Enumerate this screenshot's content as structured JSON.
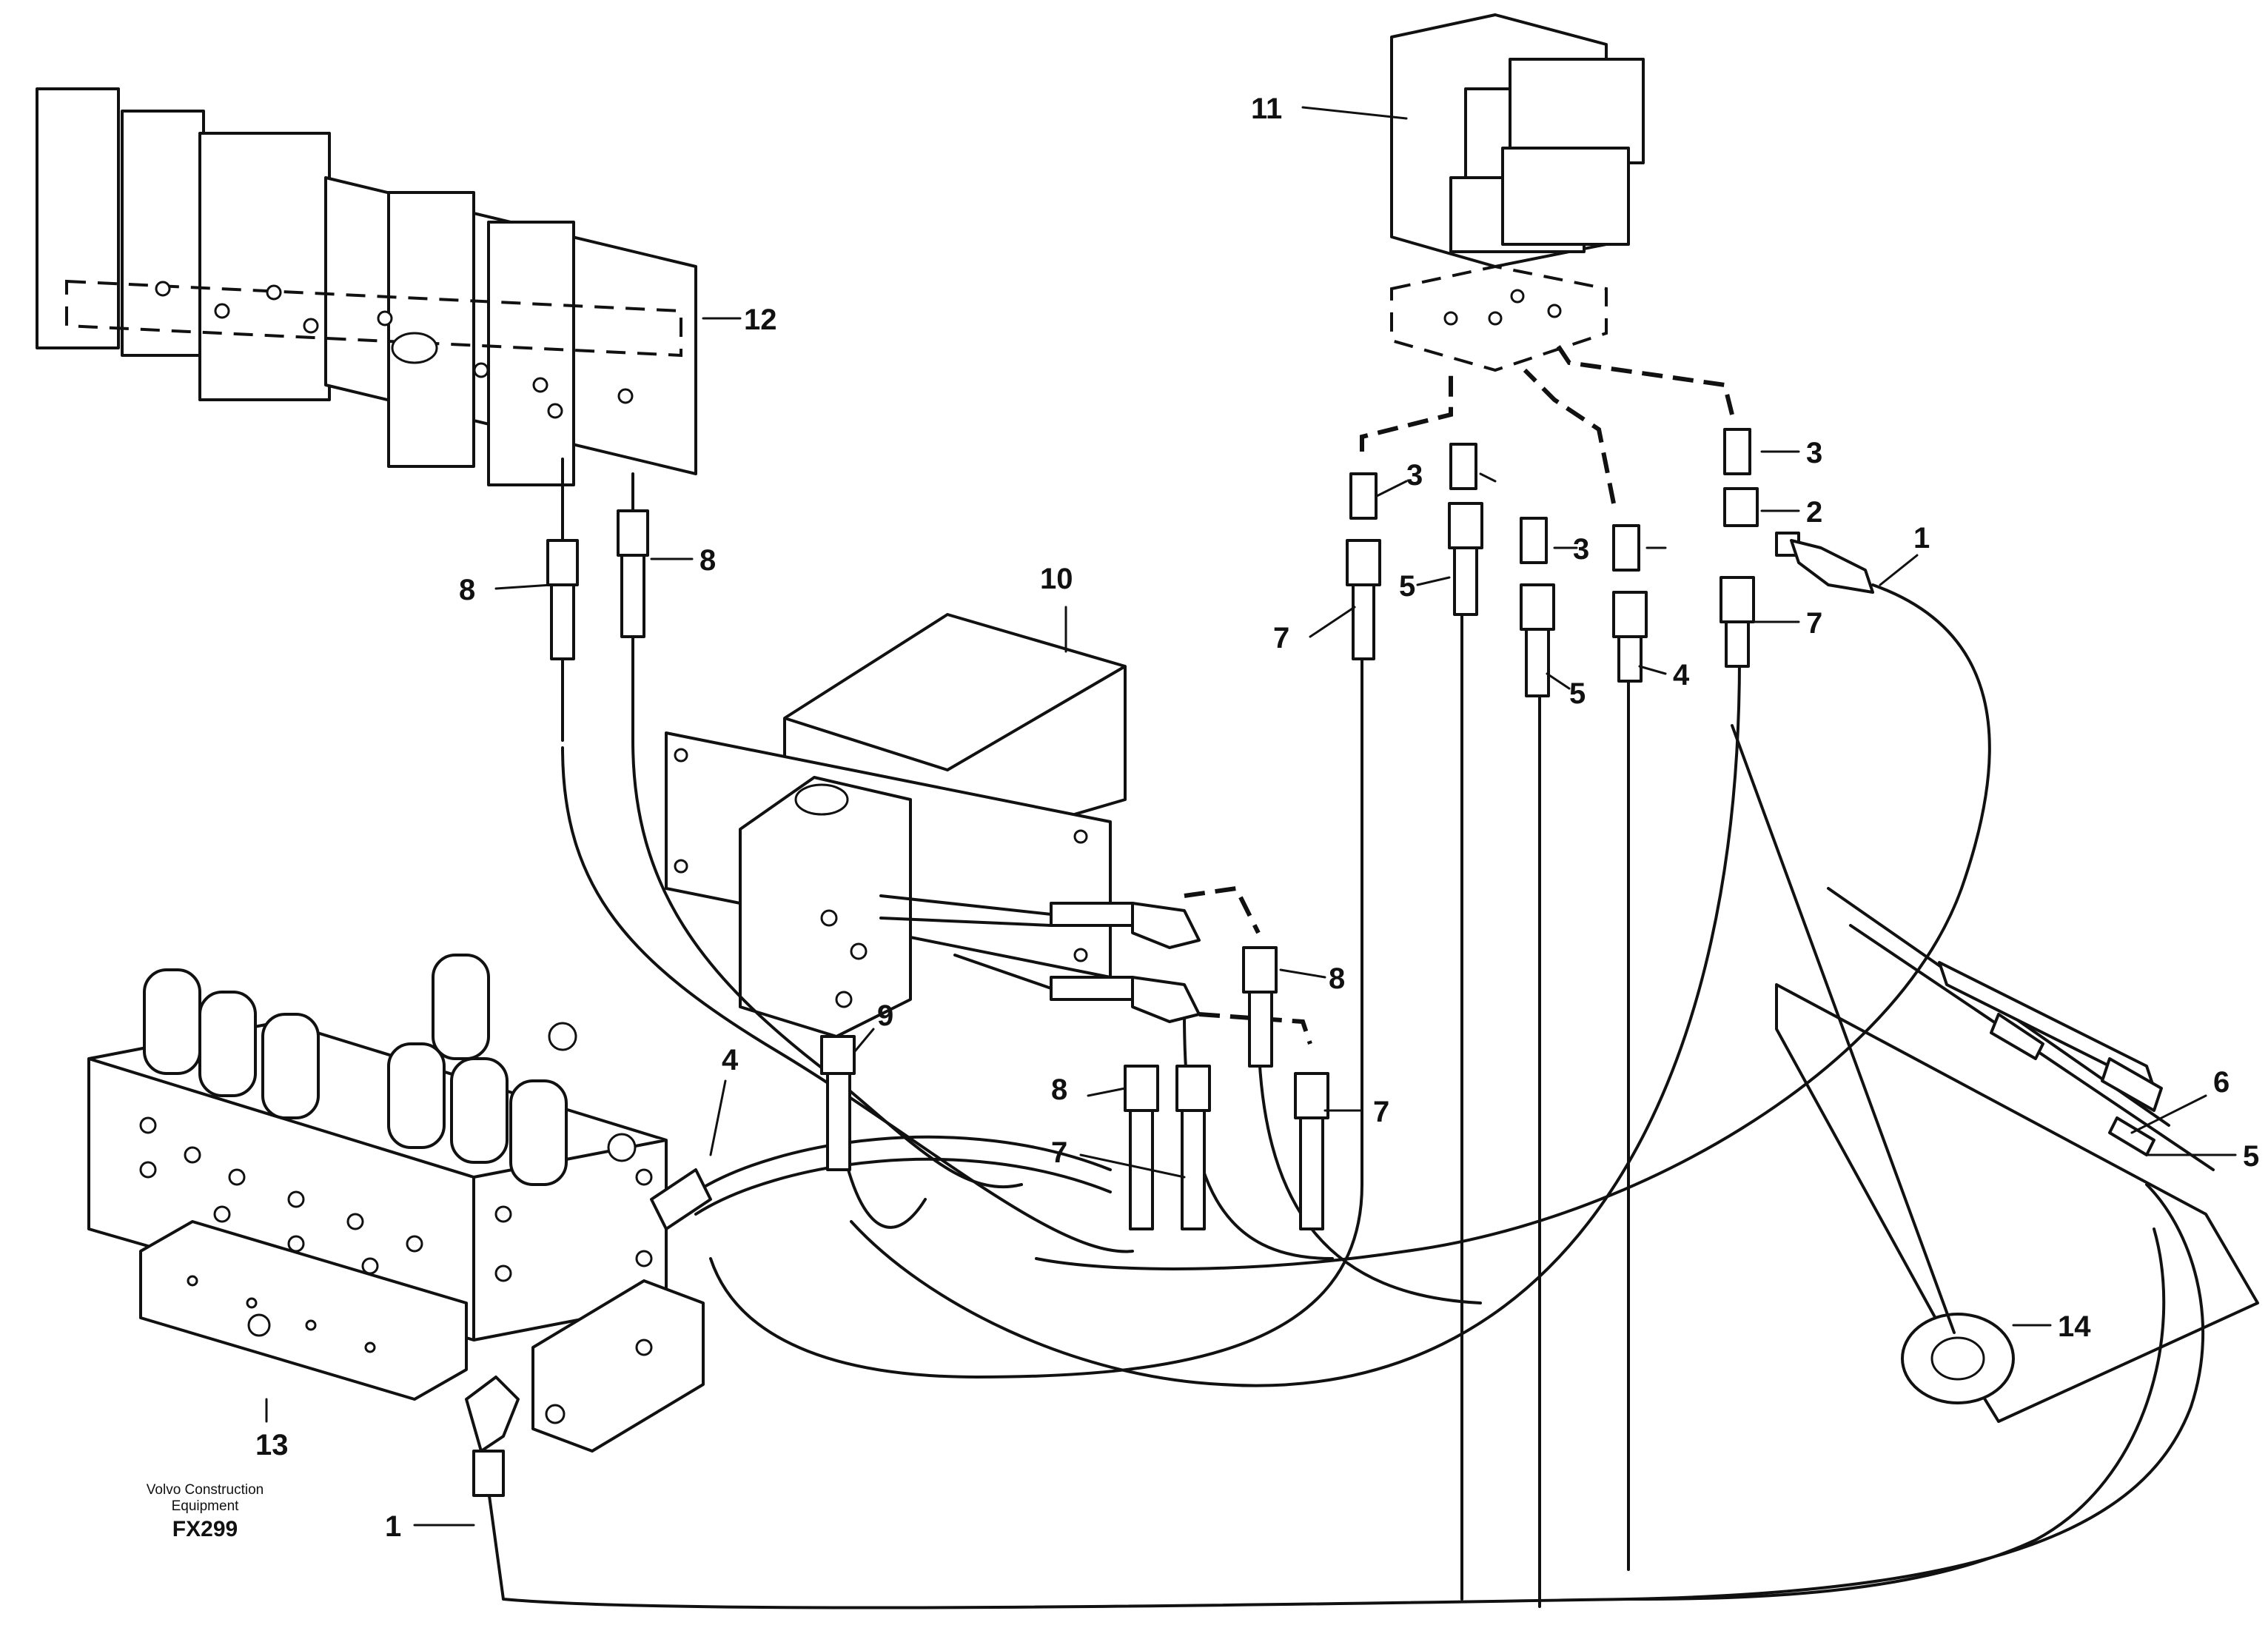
{
  "callouts": {
    "c1_top": "1",
    "c1_bottom": "1",
    "c2": "2",
    "c3_a": "3",
    "c3_b": "3",
    "c3_c": "3",
    "c4_top": "4",
    "c4_left": "4",
    "c5_a": "5",
    "c5_b": "5",
    "c5_right": "5",
    "c6": "6",
    "c7_a": "7",
    "c7_b": "7",
    "c7_c": "7",
    "c7_d": "7",
    "c8_a": "8",
    "c8_b": "8",
    "c8_c": "8",
    "c8_d": "8",
    "c9": "9",
    "c10": "10",
    "c11": "11",
    "c12": "12",
    "c13": "13",
    "c14": "14"
  },
  "credit": {
    "line1": "Volvo Construction",
    "line2": "Equipment",
    "code": "FX299"
  },
  "colors": {
    "ink": "#111111",
    "paper": "#ffffff"
  }
}
